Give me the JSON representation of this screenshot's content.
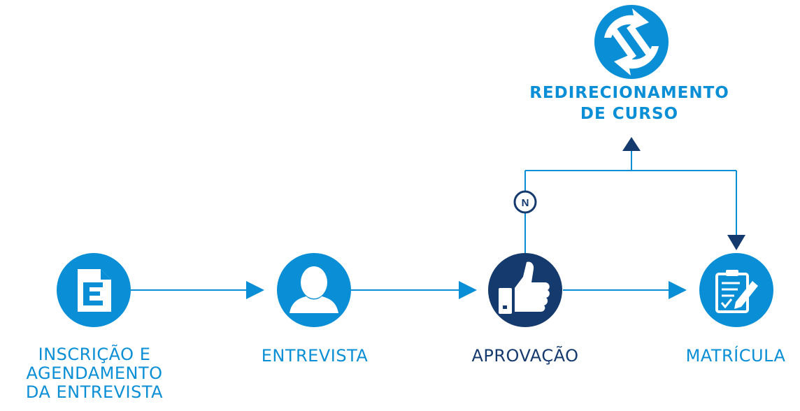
{
  "steps": [
    {
      "line1": "INSCRIÇÃO E",
      "line2": "AGENDAMENTO",
      "line3": "DA ENTREVISTA",
      "icon": "document-icon"
    },
    {
      "line1": "ENTREVISTA",
      "icon": "person-icon"
    },
    {
      "line1": "APROVAÇÃO",
      "icon": "thumbs-up-icon"
    },
    {
      "line1": "MATRÍCULA",
      "icon": "form-pencil-icon"
    }
  ],
  "redirect": {
    "line1": "REDIRECIONAMENTO",
    "line2": "DE CURSO",
    "icon": "redirect-arrows-icon"
  },
  "decision_badge": "N",
  "colors": {
    "light_blue": "#0a8fd6",
    "dark_navy": "#153a6e",
    "badge_border": "#153a6e"
  }
}
